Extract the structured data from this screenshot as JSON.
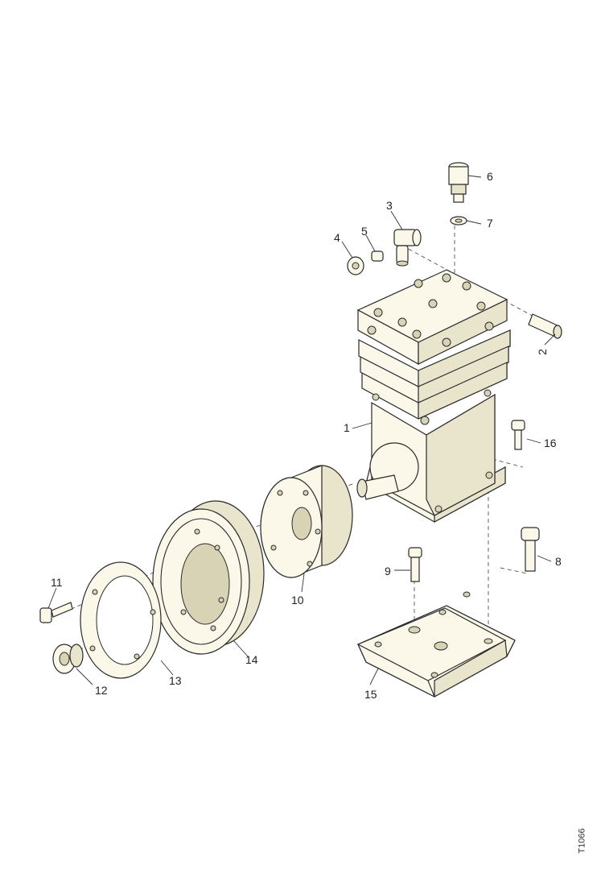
{
  "diagram": {
    "part_labels": [
      "1",
      "2",
      "3",
      "4",
      "5",
      "6",
      "7",
      "8",
      "9",
      "10",
      "11",
      "12",
      "13",
      "14",
      "15",
      "16"
    ],
    "reference_code": "T1066"
  }
}
